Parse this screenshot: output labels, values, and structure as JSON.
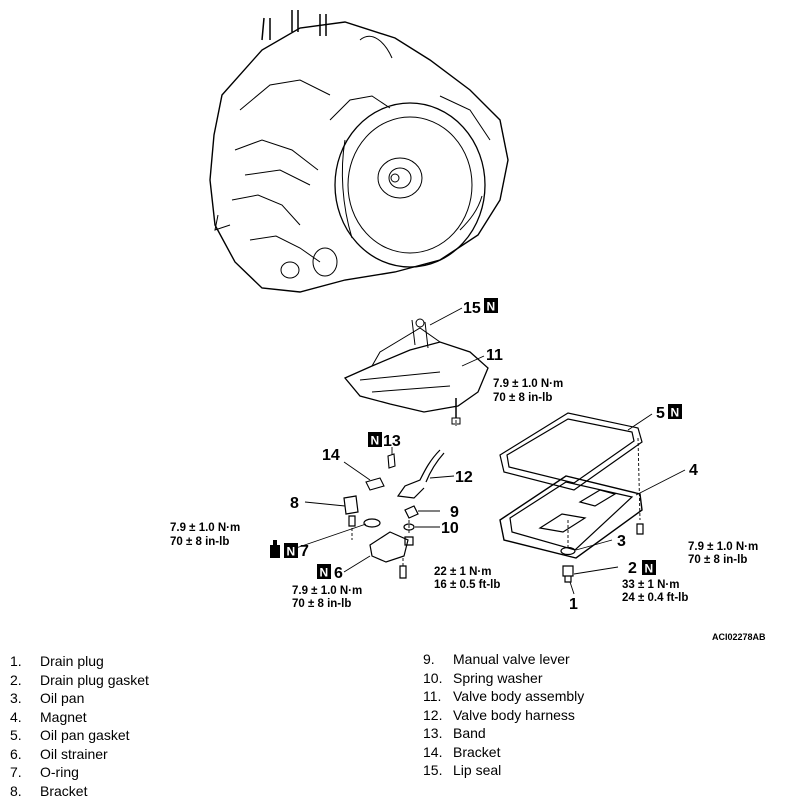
{
  "image_code": "ACI02278AB",
  "callouts": {
    "c1": "1",
    "c2": "2",
    "c3": "3",
    "c4": "4",
    "c5": "5",
    "c6": "6",
    "c7": "7",
    "c8": "8",
    "c9": "9",
    "c10": "10",
    "c11": "11",
    "c12": "12",
    "c13": "13",
    "c14": "14",
    "c15": "15",
    "n_mark": "N"
  },
  "torques": {
    "t_valve_body_nm": "7.9 ± 1.0 N·m",
    "t_valve_body_in": "70 ± 8 in-lb",
    "t_oil_pan_nm": "7.9 ± 1.0 N·m",
    "t_oil_pan_in": "70 ± 8 in-lb",
    "t_bracket_nm": "7.9 ± 1.0 N·m",
    "t_bracket_in": "70 ± 8 in-lb",
    "t_strainer_nm": "7.9 ± 1.0 N·m",
    "t_strainer_in": "70 ± 8 in-lb",
    "t_lever_nm": "22 ± 1 N·m",
    "t_lever_ft": "16 ± 0.5 ft-lb",
    "t_drain_nm": "33 ± 1 N·m",
    "t_drain_ft": "24 ± 0.4 ft-lb"
  },
  "legend": {
    "left": [
      {
        "num": "1.",
        "name": "Drain plug"
      },
      {
        "num": "2.",
        "name": "Drain plug gasket"
      },
      {
        "num": "3.",
        "name": "Oil pan"
      },
      {
        "num": "4.",
        "name": "Magnet"
      },
      {
        "num": "5.",
        "name": "Oil pan gasket"
      },
      {
        "num": "6.",
        "name": "Oil strainer"
      },
      {
        "num": "7.",
        "name": "O-ring"
      },
      {
        "num": "8.",
        "name": "Bracket"
      }
    ],
    "right": [
      {
        "num": "9.",
        "name": "Manual valve lever"
      },
      {
        "num": "10.",
        "name": "Spring washer"
      },
      {
        "num": "11.",
        "name": "Valve body assembly"
      },
      {
        "num": "12.",
        "name": "Valve body harness"
      },
      {
        "num": "13.",
        "name": "Band"
      },
      {
        "num": "14.",
        "name": "Bracket"
      },
      {
        "num": "15.",
        "name": "Lip seal"
      }
    ]
  }
}
